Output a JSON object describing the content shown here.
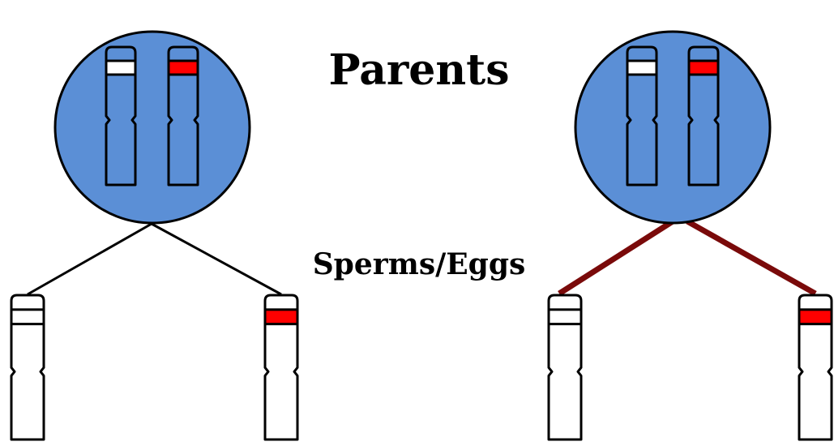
{
  "labels": {
    "parents": "Parents",
    "gametes": "Sperms/Eggs"
  },
  "colors": {
    "cell_fill": "#5b8fd6",
    "outline": "#000000",
    "chromosome_fill": "#5b8fd6",
    "gamete_fill": "#ffffff",
    "allele_red": "#ff0000",
    "allele_white": "#ffffff",
    "left_connector": "#000000",
    "right_connector": "#7a0a0a",
    "background": "#ffffff"
  },
  "parents": [
    {
      "id": "left-parent",
      "chromosomes": [
        {
          "band_color": "allele_white"
        },
        {
          "band_color": "allele_red"
        }
      ],
      "gametes": [
        {
          "band_color": "allele_white"
        },
        {
          "band_color": "allele_red"
        }
      ],
      "connector_color": "left_connector"
    },
    {
      "id": "right-parent",
      "chromosomes": [
        {
          "band_color": "allele_white"
        },
        {
          "band_color": "allele_red"
        }
      ],
      "gametes": [
        {
          "band_color": "allele_white"
        },
        {
          "band_color": "allele_red"
        }
      ],
      "connector_color": "right_connector"
    }
  ]
}
